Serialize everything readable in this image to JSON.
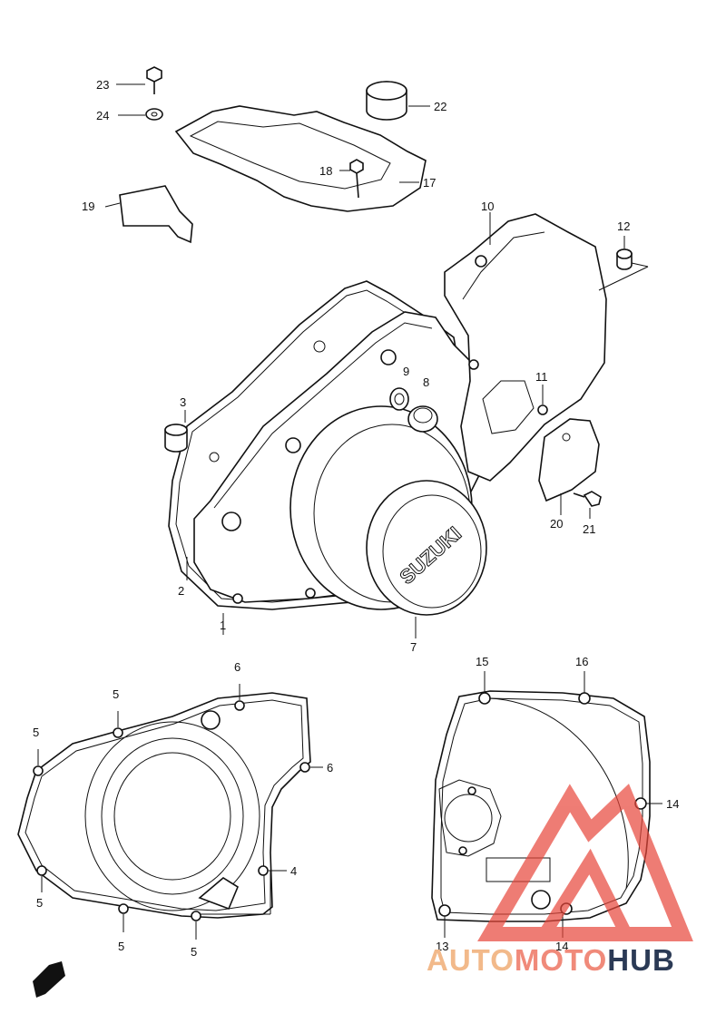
{
  "diagram": {
    "labels": {
      "p1": "1",
      "p2": "2",
      "p3": "3",
      "p4": "4",
      "p5a": "5",
      "p5b": "5",
      "p5c": "5",
      "p5d": "5",
      "p5e": "5",
      "p6a": "6",
      "p6b": "6",
      "p7": "7",
      "p8": "8",
      "p9": "9",
      "p10": "10",
      "p11": "11",
      "p12": "12",
      "p13": "13",
      "p14a": "14",
      "p14b": "14",
      "p15": "15",
      "p16": "16",
      "p17": "17",
      "p18": "18",
      "p19": "19",
      "p20": "20",
      "p21": "21",
      "p22": "22",
      "p23": "23",
      "p24": "24"
    },
    "emblem_text": "SUZUKI"
  },
  "watermark": {
    "part1": "AUTO",
    "part2": "MOTO",
    "part3": "HUB",
    "colors": {
      "auto": "#f2b98a",
      "moto": "#f08a7a",
      "hub": "#2b3a55",
      "triangle": "#e8463a"
    }
  }
}
